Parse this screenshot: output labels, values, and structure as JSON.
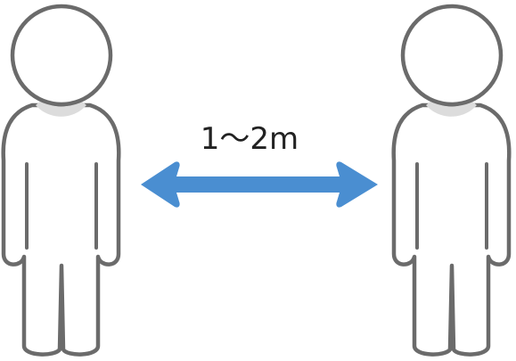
{
  "distance_label": "1〜2m",
  "colors": {
    "outline": "#6b6b6b",
    "body_fill": "#ffffff",
    "neck_shade": "#dcdcdc",
    "arrow": "#4a8ed1"
  },
  "figures": [
    {
      "name": "left-person",
      "icon": "person-icon"
    },
    {
      "name": "right-person",
      "icon": "person-icon"
    }
  ],
  "arrow": {
    "icon": "double-headed-arrow-icon"
  }
}
